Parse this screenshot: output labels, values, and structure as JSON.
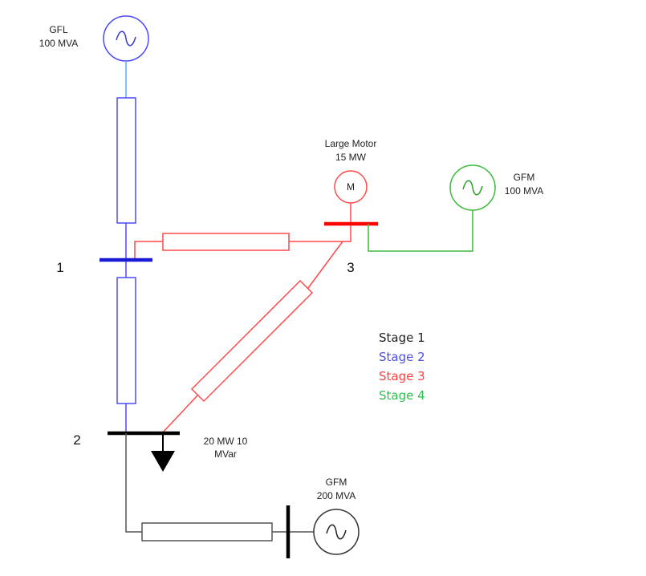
{
  "colors": {
    "stage1": "#222222",
    "stage2": "#4a4aff",
    "stage3": "#ff4a4a",
    "stage4": "#3dbb3d",
    "gfl_tap": "#5aaeff",
    "gray_line": "#555555"
  },
  "legend": {
    "items": [
      {
        "label": "Stage 1",
        "color": "#222222"
      },
      {
        "label": "Stage 2",
        "color": "#5050e0"
      },
      {
        "label": "Stage 3",
        "color": "#ff4040"
      },
      {
        "label": "Stage 4",
        "color": "#2fbf4f"
      }
    ]
  },
  "buses": {
    "bus1": {
      "number": "1"
    },
    "bus2": {
      "number": "2"
    },
    "bus3": {
      "number": "3"
    }
  },
  "components": {
    "gfl": {
      "name": "GFL",
      "rating": "100 MVA",
      "symbol": "ac-source"
    },
    "gfm_bus3": {
      "name": "GFM",
      "rating": "100 MVA",
      "symbol": "ac-source"
    },
    "gfm_bus2": {
      "name": "GFM",
      "rating": "200 MVA",
      "symbol": "ac-source"
    },
    "motor": {
      "name": "Large Motor",
      "rating": "15 MW",
      "symbol_letter": "M"
    },
    "load": {
      "line1": "20 MW 10",
      "line2": "MVar",
      "symbol": "load-arrow"
    }
  }
}
